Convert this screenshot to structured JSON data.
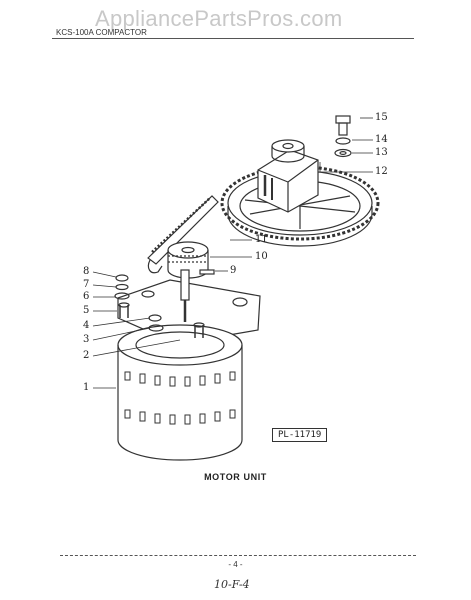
{
  "watermark": "AppliancePartsPros.com",
  "header": {
    "model_title": "KCS-100A COMPACTOR"
  },
  "diagram": {
    "plate_number": "PL-11719",
    "caption": "MOTOR UNIT",
    "callouts": [
      {
        "label": "1"
      },
      {
        "label": "2"
      },
      {
        "label": "3"
      },
      {
        "label": "4"
      },
      {
        "label": "5"
      },
      {
        "label": "6"
      },
      {
        "label": "7"
      },
      {
        "label": "8"
      },
      {
        "label": "9"
      },
      {
        "label": "10"
      },
      {
        "label": "11"
      },
      {
        "label": "12"
      },
      {
        "label": "13"
      },
      {
        "label": "14"
      },
      {
        "label": "15"
      }
    ]
  },
  "footer": {
    "page_number": "- 4 -",
    "handwritten_note": "10-F-4"
  }
}
